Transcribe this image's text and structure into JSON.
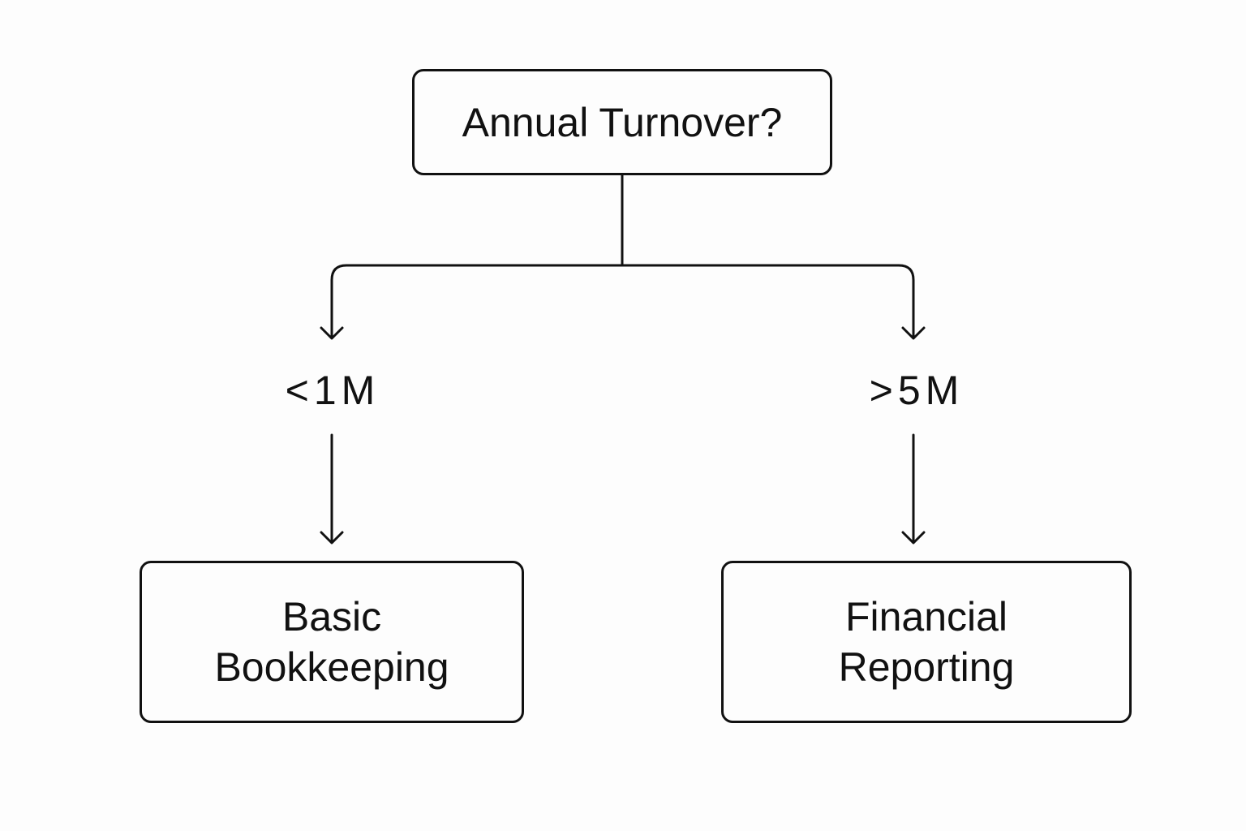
{
  "diagram": {
    "root": {
      "label": "Annual Turnover?"
    },
    "branches": [
      {
        "condition": "<1M",
        "result": "Basic\nBookkeeping"
      },
      {
        "condition": ">5M",
        "result": "Financial\nReporting"
      }
    ]
  },
  "colors": {
    "stroke": "#111111",
    "background": "#fdfdfd"
  }
}
